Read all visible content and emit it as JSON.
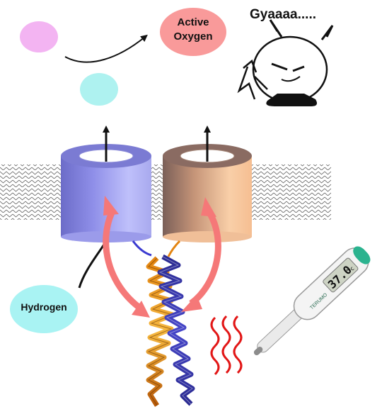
{
  "labels": {
    "active_oxygen_line1": "Active",
    "active_oxygen_line2": "Oxygen",
    "exclamation": "Gyaaaa.....",
    "hydrogen": "Hydrogen",
    "thermometer_reading": "37.0",
    "thermometer_unit": "°c",
    "thermometer_brand": "TERUMO"
  },
  "colors": {
    "active_oxygen": "#f99a9a",
    "hydrogen": "#a9f3f3",
    "pink_molecule": "#f3b4f2",
    "cyan_molecule": "#aef2f0",
    "channel_blue": "#8e8ee8",
    "channel_peach": "#f5c4a0",
    "red_arrows": "#f57878",
    "heat_waves": "#e21616"
  },
  "icons": [
    "pink-molecule-icon",
    "cyan-molecule-icon",
    "devil-character-icon",
    "thermometer-icon",
    "heat-wave-icon",
    "protein-helix-icon"
  ]
}
